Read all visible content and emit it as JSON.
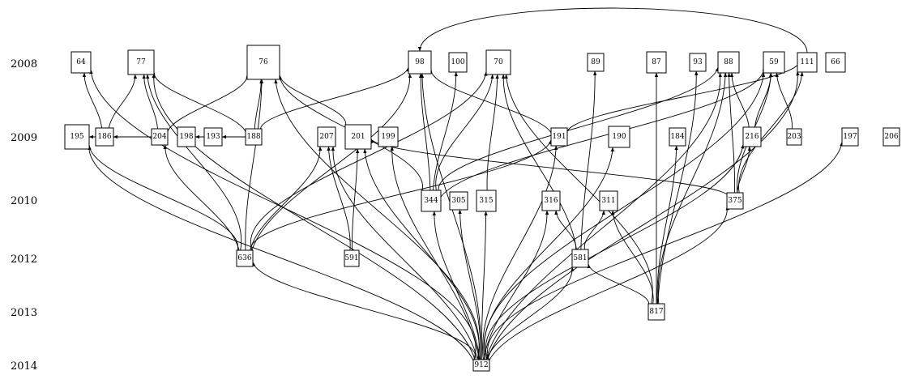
{
  "years": [
    "2008",
    "2009",
    "2010",
    "2012",
    "2013",
    "2014"
  ],
  "nodes": [
    {
      "id": "64",
      "year": "2008"
    },
    {
      "id": "77",
      "year": "2008"
    },
    {
      "id": "76",
      "year": "2008"
    },
    {
      "id": "98",
      "year": "2008"
    },
    {
      "id": "100",
      "year": "2008"
    },
    {
      "id": "70",
      "year": "2008"
    },
    {
      "id": "89",
      "year": "2008"
    },
    {
      "id": "87",
      "year": "2008"
    },
    {
      "id": "93",
      "year": "2008"
    },
    {
      "id": "88",
      "year": "2008"
    },
    {
      "id": "59",
      "year": "2008"
    },
    {
      "id": "111",
      "year": "2008"
    },
    {
      "id": "66",
      "year": "2008"
    },
    {
      "id": "195",
      "year": "2009"
    },
    {
      "id": "186",
      "year": "2009"
    },
    {
      "id": "204",
      "year": "2009"
    },
    {
      "id": "198",
      "year": "2009"
    },
    {
      "id": "193",
      "year": "2009"
    },
    {
      "id": "188",
      "year": "2009"
    },
    {
      "id": "207",
      "year": "2009"
    },
    {
      "id": "201",
      "year": "2009"
    },
    {
      "id": "199",
      "year": "2009"
    },
    {
      "id": "191",
      "year": "2009"
    },
    {
      "id": "190",
      "year": "2009"
    },
    {
      "id": "184",
      "year": "2009"
    },
    {
      "id": "216",
      "year": "2009"
    },
    {
      "id": "203",
      "year": "2009"
    },
    {
      "id": "197",
      "year": "2009"
    },
    {
      "id": "206",
      "year": "2009"
    },
    {
      "id": "344",
      "year": "2010"
    },
    {
      "id": "305",
      "year": "2010"
    },
    {
      "id": "315",
      "year": "2010"
    },
    {
      "id": "316",
      "year": "2010"
    },
    {
      "id": "311",
      "year": "2010"
    },
    {
      "id": "375",
      "year": "2010"
    },
    {
      "id": "636",
      "year": "2012"
    },
    {
      "id": "591",
      "year": "2012"
    },
    {
      "id": "581",
      "year": "2012"
    },
    {
      "id": "817",
      "year": "2013"
    },
    {
      "id": "912",
      "year": "2014"
    }
  ],
  "edges": [
    [
      "912",
      "64"
    ],
    [
      "912",
      "77"
    ],
    [
      "912",
      "76"
    ],
    [
      "912",
      "195"
    ],
    [
      "912",
      "636"
    ],
    [
      "912",
      "207"
    ],
    [
      "912",
      "201"
    ],
    [
      "912",
      "199"
    ],
    [
      "912",
      "98"
    ],
    [
      "912",
      "344"
    ],
    [
      "912",
      "305"
    ],
    [
      "912",
      "315"
    ],
    [
      "912",
      "316"
    ],
    [
      "912",
      "191"
    ],
    [
      "912",
      "581"
    ],
    [
      "912",
      "190"
    ],
    [
      "912",
      "88"
    ],
    [
      "912",
      "216"
    ],
    [
      "912",
      "375"
    ],
    [
      "912",
      "59"
    ],
    [
      "912",
      "111"
    ],
    [
      "912",
      "197"
    ],
    [
      "636",
      "195"
    ],
    [
      "636",
      "204"
    ],
    [
      "636",
      "77"
    ],
    [
      "636",
      "76"
    ],
    [
      "636",
      "98"
    ],
    [
      "636",
      "70"
    ],
    [
      "636",
      "207"
    ],
    [
      "636",
      "191"
    ],
    [
      "591",
      "207"
    ],
    [
      "591",
      "201"
    ],
    [
      "581",
      "89"
    ],
    [
      "581",
      "70"
    ],
    [
      "581",
      "316"
    ],
    [
      "581",
      "311"
    ],
    [
      "817",
      "70"
    ],
    [
      "817",
      "87"
    ],
    [
      "817",
      "93"
    ],
    [
      "817",
      "184"
    ],
    [
      "817",
      "311"
    ],
    [
      "817",
      "88"
    ],
    [
      "817",
      "581"
    ],
    [
      "344",
      "98"
    ],
    [
      "344",
      "100"
    ],
    [
      "344",
      "70"
    ],
    [
      "344",
      "76"
    ],
    [
      "344",
      "88"
    ],
    [
      "344",
      "59"
    ],
    [
      "315",
      "70"
    ],
    [
      "375",
      "88"
    ],
    [
      "375",
      "59"
    ],
    [
      "375",
      "216"
    ],
    [
      "375",
      "111"
    ],
    [
      "375",
      "201"
    ],
    [
      "186",
      "64"
    ],
    [
      "186",
      "77"
    ],
    [
      "204",
      "77"
    ],
    [
      "204",
      "76"
    ],
    [
      "204",
      "195"
    ],
    [
      "204",
      "186"
    ],
    [
      "188",
      "77"
    ],
    [
      "188",
      "76"
    ],
    [
      "188",
      "98"
    ],
    [
      "188",
      "193"
    ],
    [
      "188",
      "198"
    ],
    [
      "201",
      "76"
    ],
    [
      "191",
      "98"
    ],
    [
      "111",
      "98"
    ],
    [
      "111",
      "191"
    ],
    [
      "216",
      "59"
    ],
    [
      "216",
      "88"
    ],
    [
      "203",
      "59"
    ]
  ]
}
